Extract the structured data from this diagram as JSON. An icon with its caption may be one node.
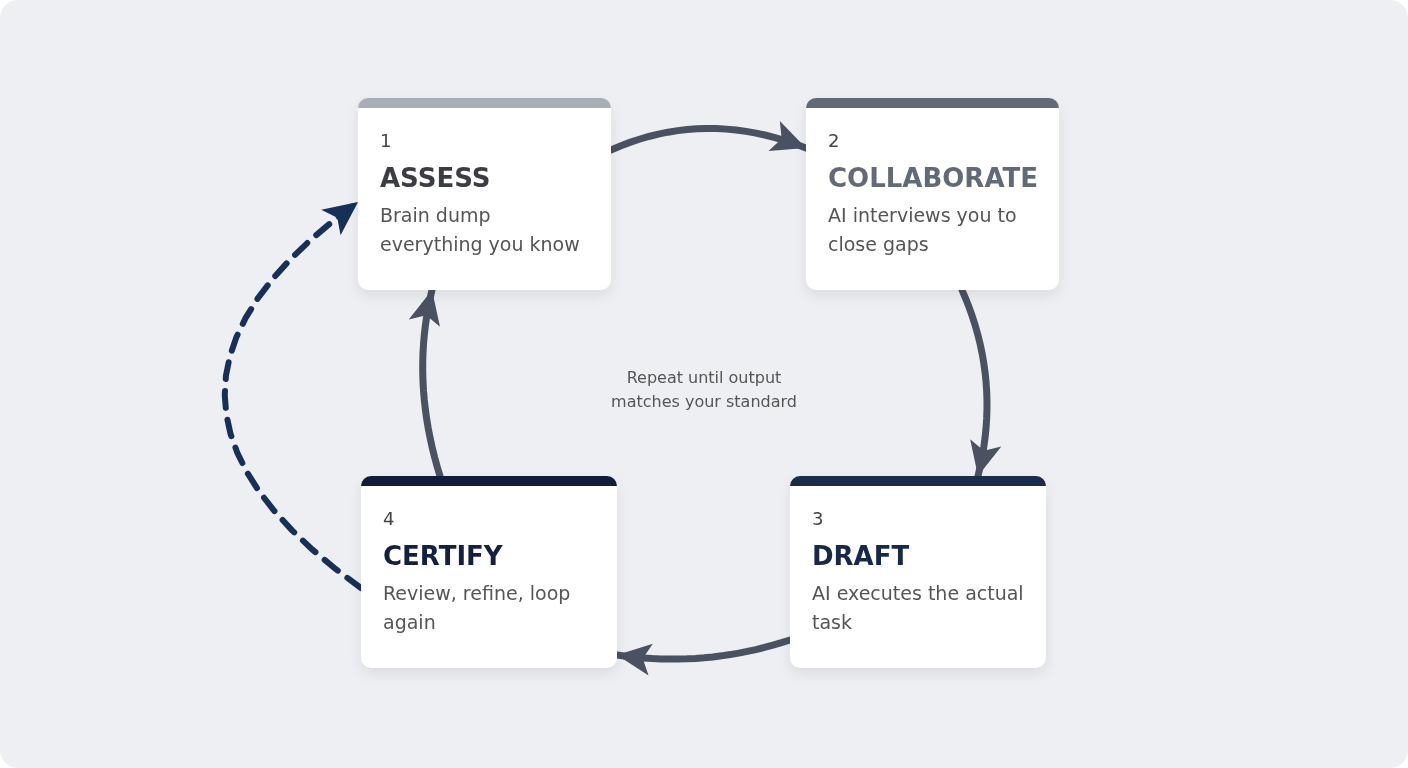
{
  "diagram": {
    "nodes": [
      {
        "text": [
          "1",
          "ASSESS",
          "Brain dump everything you know"
        ]
      },
      {
        "text": [
          "2",
          "COLLABORATE",
          "AI interviews you to close gaps"
        ]
      },
      {
        "text": [
          "3",
          "DRAFT",
          "AI executes the actual task"
        ]
      },
      {
        "text": [
          "4",
          "CERTIFY",
          "Review, refine, loop again"
        ]
      }
    ],
    "edges": [
      {
        "from": 0,
        "to": 1,
        "arrow": "to"
      },
      {
        "from": 1,
        "to": 2,
        "arrow": "to"
      },
      {
        "from": 2,
        "to": 3,
        "arrow": "to"
      },
      {
        "from": 3,
        "to": 0,
        "arrow": "to"
      },
      {
        "from": 3,
        "to": 0,
        "arrow": "to",
        "style": "dashed",
        "color": "#17305a"
      }
    ],
    "labels": [
      "Repeat until output matches your standard"
    ]
  }
}
